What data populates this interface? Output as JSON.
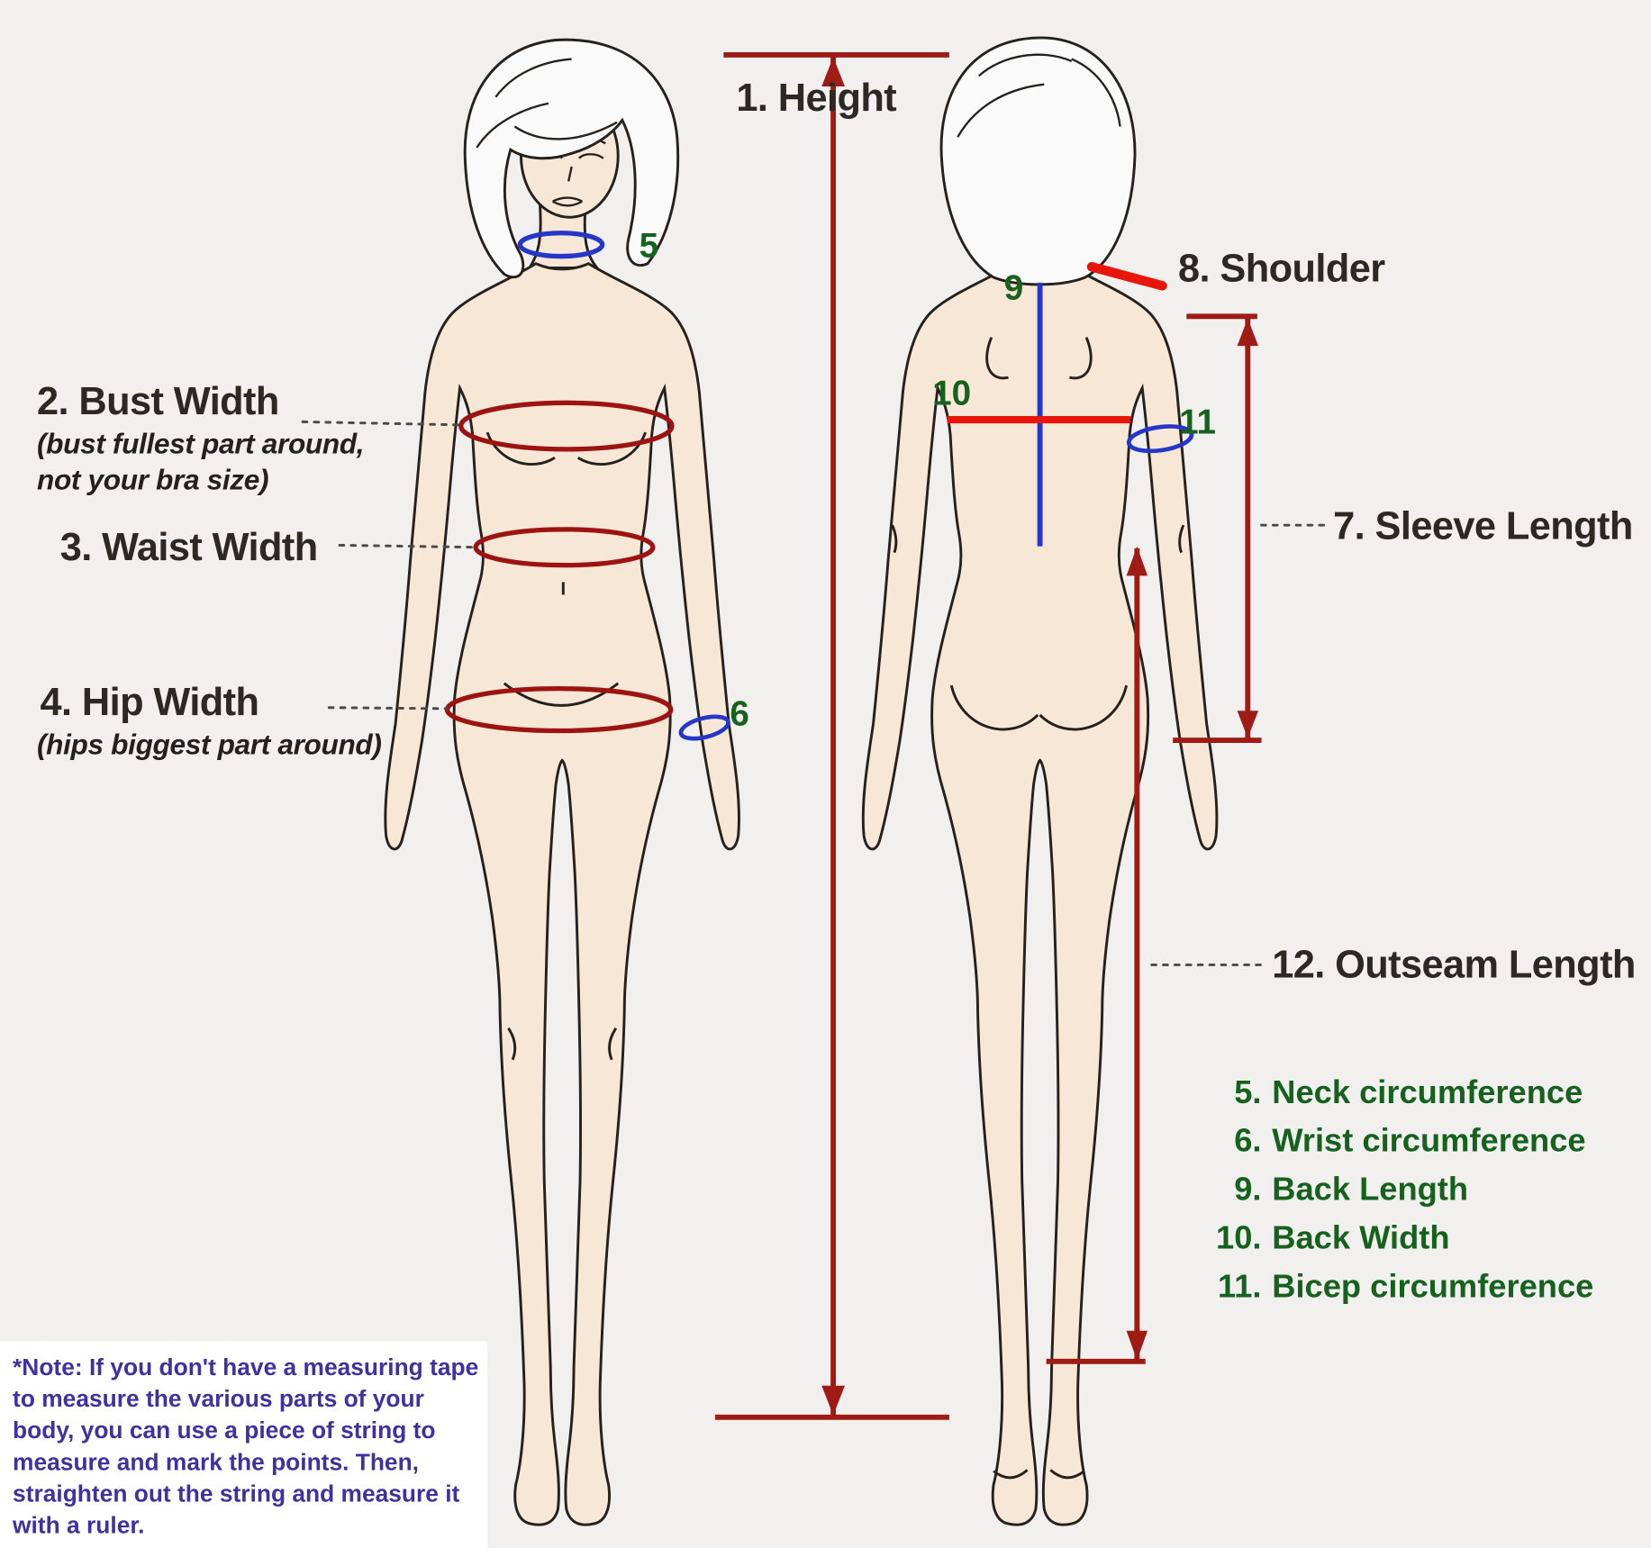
{
  "page": {
    "background": "#f1f0ee",
    "description": "Body measurement guide diagram with front and back female figures"
  },
  "colors": {
    "measure_dark_red": "#9e1b16",
    "measure_bright_red": "#e8150a",
    "measure_blue": "#2536c8",
    "number_green": "#17611f",
    "label_dark": "#2c2824",
    "note_purple": "#41309e",
    "skin": "#f6e7d7",
    "outline": "#26211d"
  },
  "labels": {
    "height": "1. Height",
    "bust_title": "2. Bust Width",
    "bust_sub1": "(bust fullest part around,",
    "bust_sub2": "not your bra size)",
    "waist": "3. Waist Width",
    "hip_title": "4. Hip Width",
    "hip_sub": "(hips biggest part around)",
    "neck_num": "5",
    "wrist_num": "6",
    "sleeve": "7. Sleeve Length",
    "shoulder": "8. Shoulder",
    "back_length_num": "9",
    "back_width_num": "10",
    "bicep_num": "11",
    "outseam": "12. Outseam Length"
  },
  "legend": {
    "items": [
      {
        "num": "5.",
        "label": "Neck circumference"
      },
      {
        "num": "6.",
        "label": "Wrist circumference"
      },
      {
        "num": "9.",
        "label": "Back Length"
      },
      {
        "num": "10.",
        "label": "Back Width"
      },
      {
        "num": "11.",
        "label": "Bicep circumference"
      }
    ]
  },
  "note": {
    "lines": [
      "*Note: If you don't have a measuring tape",
      "to measure the various parts of your",
      "body, you can use a piece of string to",
      "measure and mark the points. Then,",
      "straighten out the string and measure it",
      "with a ruler."
    ]
  }
}
